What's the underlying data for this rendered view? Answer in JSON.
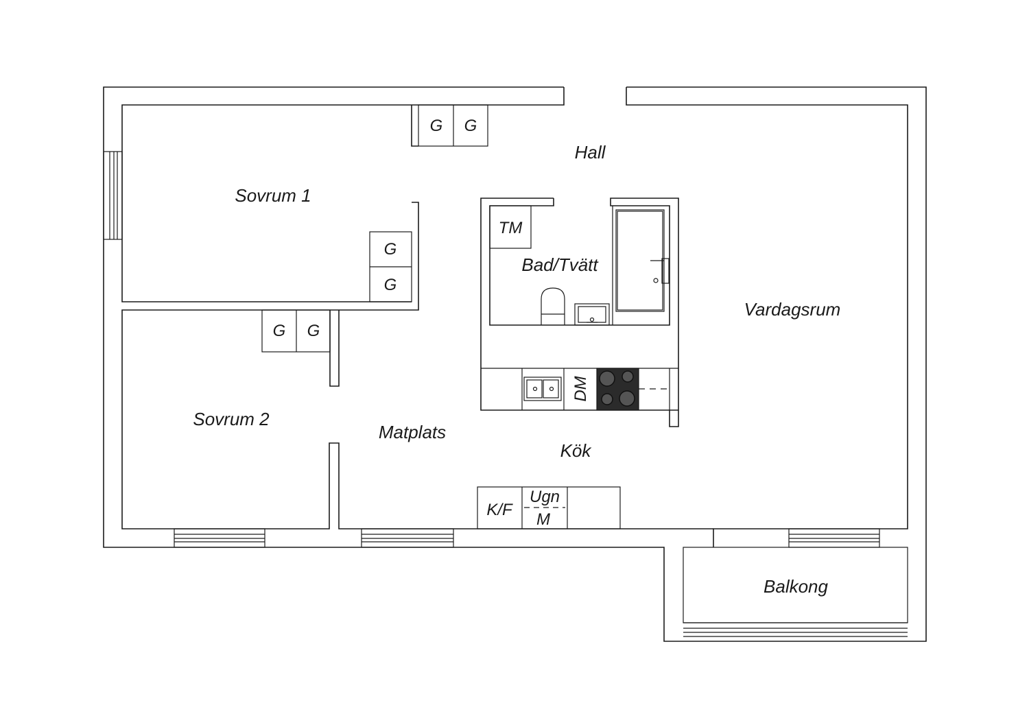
{
  "rooms": {
    "hall": "Hall",
    "sovrum1": "Sovrum 1",
    "sovrum2": "Sovrum 2",
    "bad": "Bad/Tvätt",
    "vardagsrum": "Vardagsrum",
    "matplats": "Matplats",
    "kok": "Kök",
    "balkong": "Balkong"
  },
  "fixtures": {
    "wardrobe": "G",
    "washer": "TM",
    "dishwasher": "DM",
    "fridge": "K/F",
    "oven": "Ugn",
    "microwave": "M"
  },
  "colors": {
    "line": "#1a1a1a",
    "hob": "#2b2b2b",
    "background": "#ffffff"
  }
}
